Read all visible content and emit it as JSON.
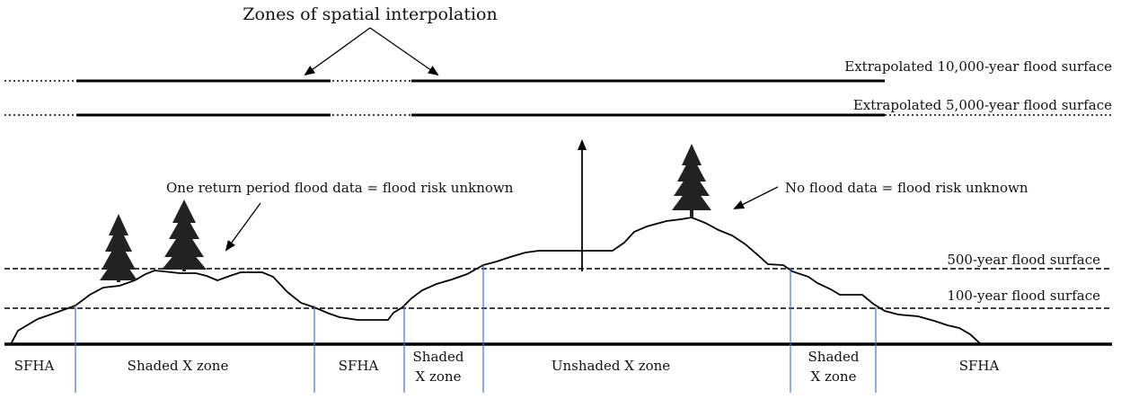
{
  "title": "Zones of spatial interpolation",
  "surfaces": {
    "extrapolated_10000": "Extrapolated 10,000-year flood surface",
    "extrapolated_5000": "Extrapolated 5,000-year flood surface",
    "surface_500": "500-year flood surface",
    "surface_100": "100-year flood surface"
  },
  "annotations": {
    "one_return_period": "One return period flood data = flood risk unknown",
    "no_flood_data": "No flood data = flood risk unknown"
  },
  "zones": {
    "sfha_left": "SFHA",
    "shaded_x_left": "Shaded X zone",
    "sfha_middle": "SFHA",
    "shaded_x_mid_line1": "Shaded",
    "shaded_x_mid_line2": "X zone",
    "unshaded_x": "Unshaded X zone",
    "shaded_x_right_line1": "Shaded",
    "shaded_x_right_line2": "X zone",
    "sfha_right": "SFHA"
  },
  "colors": {
    "lines": "#000000",
    "zone_dividers": "#3a78d0"
  }
}
